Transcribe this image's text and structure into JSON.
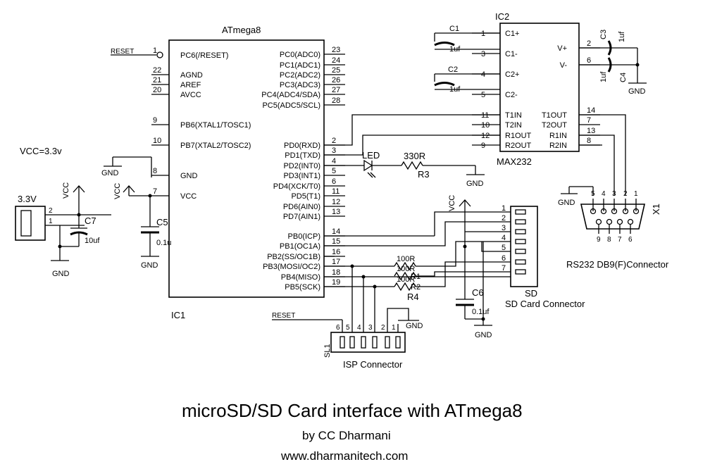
{
  "atmega": {
    "name": "ATmega8",
    "ref": "IC1",
    "left_pins": [
      {
        "num": "1",
        "name": "PC6(/RESET)"
      },
      {
        "num": "22",
        "name": "AGND"
      },
      {
        "num": "21",
        "name": "AREF"
      },
      {
        "num": "20",
        "name": "AVCC"
      },
      {
        "num": "9",
        "name": "PB6(XTAL1/TOSC1)"
      },
      {
        "num": "10",
        "name": "PB7(XTAL2/TOSC2)"
      },
      {
        "num": "8",
        "name": "GND"
      },
      {
        "num": "7",
        "name": "VCC"
      }
    ],
    "right_pins": [
      {
        "num": "23",
        "name": "PC0(ADC0)"
      },
      {
        "num": "24",
        "name": "PC1(ADC1)"
      },
      {
        "num": "25",
        "name": "PC2(ADC2)"
      },
      {
        "num": "26",
        "name": "PC3(ADC3)"
      },
      {
        "num": "27",
        "name": "PC4(ADC4/SDA)"
      },
      {
        "num": "28",
        "name": "PC5(ADC5/SCL)"
      },
      {
        "num": "2",
        "name": "PD0(RXD)"
      },
      {
        "num": "3",
        "name": "PD1(TXD)"
      },
      {
        "num": "4",
        "name": "PD2(INT0)"
      },
      {
        "num": "5",
        "name": "PD3(INT1)"
      },
      {
        "num": "6",
        "name": "PD4(XCK/T0)"
      },
      {
        "num": "11",
        "name": "PD5(T1)"
      },
      {
        "num": "12",
        "name": "PD6(AIN0)"
      },
      {
        "num": "13",
        "name": "PD7(AIN1)"
      },
      {
        "num": "14",
        "name": "PB0(ICP)"
      },
      {
        "num": "15",
        "name": "PB1(OC1A)"
      },
      {
        "num": "16",
        "name": "PB2(SS/OC1B)"
      },
      {
        "num": "17",
        "name": "PB3(MOSI/OC2)"
      },
      {
        "num": "18",
        "name": "PB4(MISO)"
      },
      {
        "num": "19",
        "name": "PB5(SCK)"
      }
    ]
  },
  "max232": {
    "ref": "IC2",
    "name": "MAX232",
    "left_pins": [
      {
        "num": "1",
        "name": "C1+"
      },
      {
        "num": "3",
        "name": "C1-"
      },
      {
        "num": "4",
        "name": "C2+"
      },
      {
        "num": "5",
        "name": "C2-"
      },
      {
        "num": "11",
        "name": "T1IN"
      },
      {
        "num": "10",
        "name": "T2IN"
      },
      {
        "num": "12",
        "name": "R1OUT"
      },
      {
        "num": "9",
        "name": "R2OUT"
      }
    ],
    "right_pins": [
      {
        "num": "2",
        "name": "V+"
      },
      {
        "num": "6",
        "name": "V-"
      },
      {
        "num": "14",
        "name": "T1OUT"
      },
      {
        "num": "7",
        "name": "T2OUT"
      },
      {
        "num": "13",
        "name": "R1IN"
      },
      {
        "num": "8",
        "name": "R2IN"
      }
    ]
  },
  "labels": {
    "reset": "RESET",
    "reset2": "RESET",
    "vcc_note": "VCC=3.3v",
    "vcc": "VCC",
    "gnd": "GND",
    "pwr_connector": "3.3V",
    "pwr_pin2": "2",
    "pwr_pin1": "1",
    "c7": "C7",
    "c7_val": "10uf",
    "c5": "C5",
    "c5_val": "0.1u",
    "c1": "C1",
    "c1_val": "1uf",
    "c2": "C2",
    "c2_val": "1uf",
    "c3": "C3",
    "c3_val": "1uf",
    "c4": "C4",
    "c4_val": "1uf",
    "c6": "C6",
    "c6_val": "0.1uf",
    "led": "LED",
    "r3_val": "330R",
    "r3": "R3",
    "r_100a": "100R",
    "r_100b": "100R",
    "r_100c": "100R",
    "r1": "R1",
    "r2": "R2",
    "r4": "R4",
    "db9_ref": "X1",
    "db9_name": "RS232 DB9(F)Connector",
    "db9_top": [
      "5",
      "4",
      "3",
      "2",
      "1"
    ],
    "db9_bottom": [
      "9",
      "8",
      "7",
      "6"
    ],
    "sd_ref": "SD",
    "sd_name": "SD Card Connector",
    "sd_pins": [
      "1",
      "2",
      "3",
      "4",
      "5",
      "6",
      "7"
    ],
    "isp_ref": "SL1",
    "isp_name": "ISP Connector",
    "isp_pins": [
      "6",
      "5",
      "4",
      "3",
      "2",
      "1"
    ]
  },
  "footer": {
    "title": "microSD/SD Card interface with ATmega8",
    "author": "by CC Dharmani",
    "site": "www.dharmanitech.com"
  }
}
